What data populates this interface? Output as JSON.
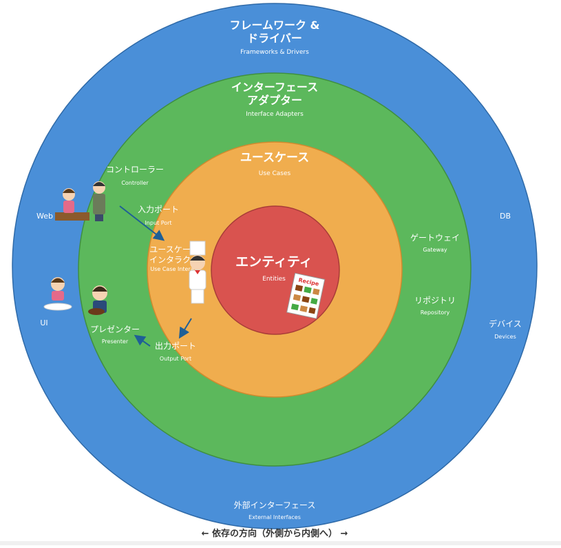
{
  "colors": {
    "frameworks": "#4a8fd8",
    "adapters": "#5cb85c",
    "usecases": "#f0ad4e",
    "entities": "#d9534f",
    "arrow": "#1f5f96"
  },
  "layers": {
    "frameworks": {
      "title_line1": "フレームワーク &",
      "title_line2": "ドライバー",
      "subtitle": "Frameworks & Drivers"
    },
    "adapters": {
      "title_line1": "インターフェース",
      "title_line2": "アダプター",
      "subtitle": "Interface Adapters"
    },
    "usecases": {
      "title": "ユースケース",
      "subtitle": "Use Cases"
    },
    "entities": {
      "title": "エンティティ",
      "subtitle": "Entities"
    }
  },
  "labels": {
    "web": "Web",
    "ui": "UI",
    "db": "DB",
    "devices": {
      "ja": "デバイス",
      "en": "Devices"
    },
    "external": {
      "ja": "外部インターフェース",
      "en": "External Interfaces"
    },
    "controller": {
      "ja": "コントローラー",
      "en": "Controller"
    },
    "presenter": {
      "ja": "プレゼンター",
      "en": "Presenter"
    },
    "gateway": {
      "ja": "ゲートウェイ",
      "en": "Gateway"
    },
    "repository": {
      "ja": "リポジトリ",
      "en": "Repository"
    },
    "input_port": {
      "ja": "入力ポート",
      "en": "Input Port"
    },
    "output_port": {
      "ja": "出力ポート",
      "en": "Output Port"
    },
    "interactor": {
      "ja_line1": "ユースケー",
      "ja_line2": "インタラク",
      "en": "Use Case Intera"
    }
  },
  "recipe_label": "Recipe",
  "dependency_direction": "← 依存の方向（外側から内側へ） →"
}
